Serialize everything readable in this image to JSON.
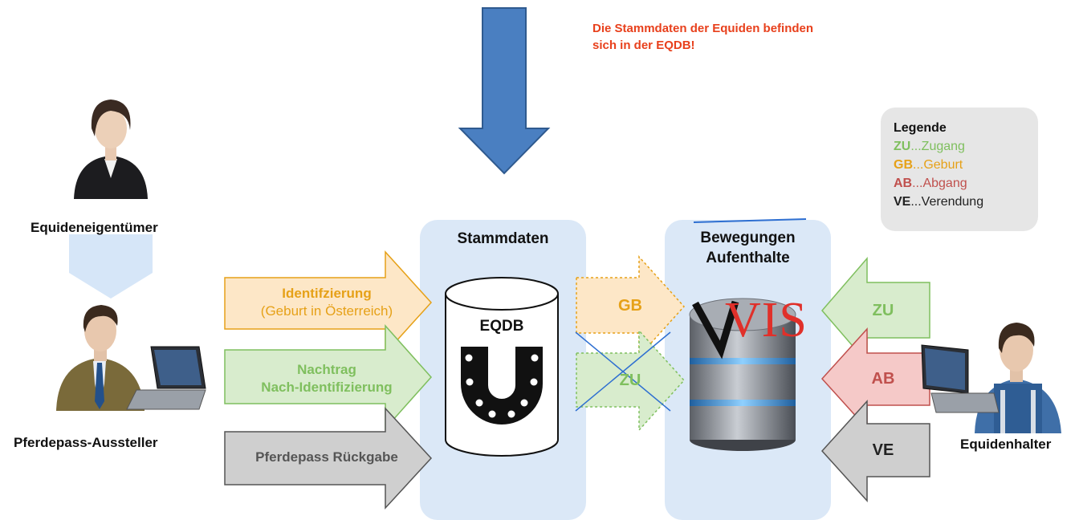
{
  "note": {
    "line1": "Die Stammdaten der Equiden befinden",
    "line2": "sich in der EQDB!",
    "color": "#e8401c"
  },
  "panels": {
    "stammdaten": {
      "title": "Stammdaten"
    },
    "bewegungen": {
      "title_line1": "Bewegungen",
      "title_line2": "Aufenthalte"
    }
  },
  "eqdb": {
    "label": "EQDB"
  },
  "vis": {
    "logo_text": "VIS"
  },
  "actors": {
    "owner": "Equideneigentümer",
    "issuer": "Pferdepass-Aussteller",
    "holder": "Equidenhalter"
  },
  "arrows": {
    "identification": {
      "line1": "Identifzierung",
      "line2": "(Geburt in Österreich)",
      "color": "#e6a118"
    },
    "nachtrag": {
      "line1": "Nachtrag",
      "line2": "Nach-Identifizierung",
      "color": "#7fbf5e"
    },
    "rueckgabe": {
      "label": "Pferdepass Rückgabe",
      "color": "#555555"
    },
    "gb": {
      "label": "GB",
      "color": "#e6a118"
    },
    "zu_middle": {
      "label": "ZU",
      "color": "#7fbf5e"
    },
    "zu_right": {
      "label": "ZU",
      "color": "#7fbf5e"
    },
    "ab": {
      "label": "AB",
      "color": "#c0504d"
    },
    "ve": {
      "label": "VE",
      "color": "#222222"
    }
  },
  "legend": {
    "title": "Legende",
    "items": [
      {
        "abbr": "ZU",
        "text": "...Zugang",
        "color": "#7fbf5e"
      },
      {
        "abbr": "GB",
        "text": "...Geburt",
        "color": "#e6a118"
      },
      {
        "abbr": "AB",
        "text": "...Abgang",
        "color": "#c0504d"
      },
      {
        "abbr": "VE",
        "text": "...Verendung",
        "color": "#222222"
      }
    ]
  }
}
